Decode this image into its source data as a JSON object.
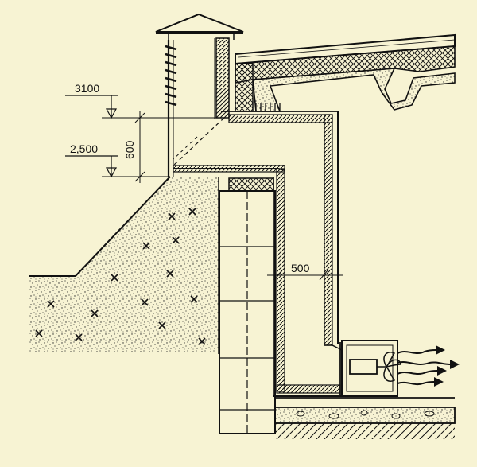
{
  "diagram": {
    "palette": {
      "background": "#f7f3d3",
      "ink": "#111111",
      "earth_speckle": "#2a2a2a",
      "insulation": "#e8e0b6"
    },
    "dimensions": {
      "level_upper": "3100",
      "level_lower": "2,500",
      "height_between_levels": "600",
      "duct_width": "500"
    },
    "components": [
      "ventilation-cap",
      "vertical-air-shaft",
      "earth-embankment",
      "concrete-roof-slab",
      "block-wall",
      "horizontal-duct",
      "exhaust-fan",
      "airflow-arrows",
      "floor-slab"
    ]
  }
}
